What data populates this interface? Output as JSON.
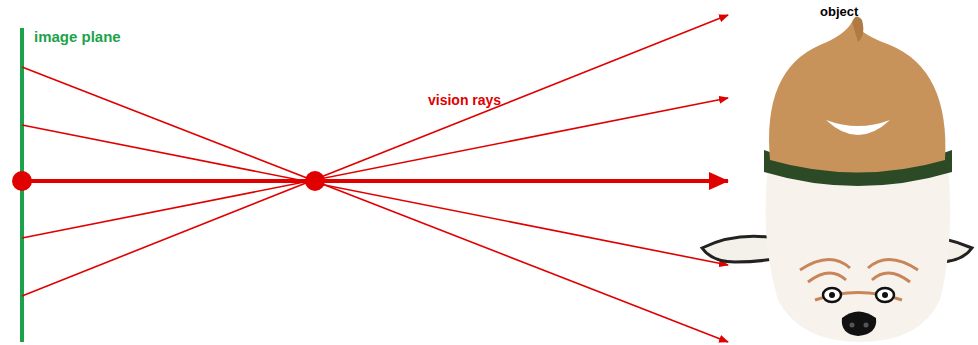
{
  "diagram": {
    "labels": [
      "image plane",
      "vision rays",
      "object"
    ]
  }
}
